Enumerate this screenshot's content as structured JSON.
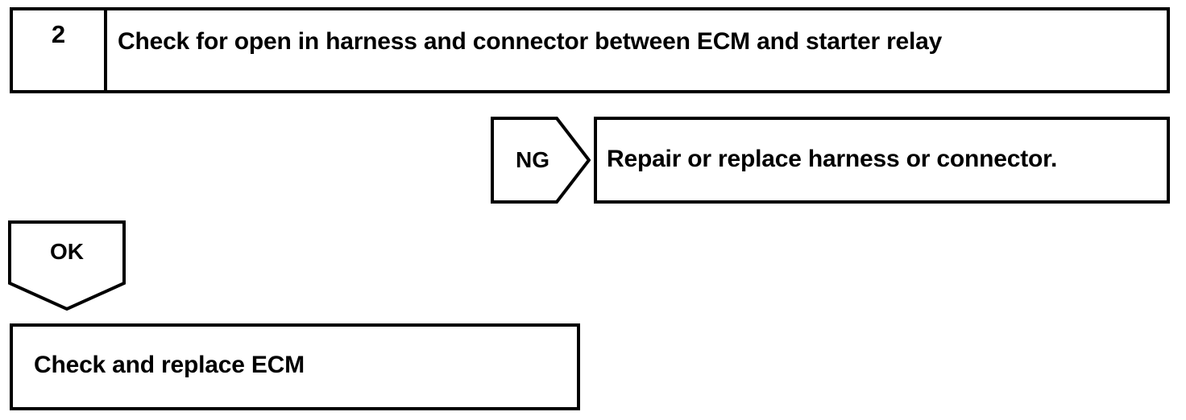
{
  "document": {
    "type": "diagnostic-troubleshooting-flowchart",
    "ink_color": "#000000",
    "background_color": "#ffffff"
  },
  "step": {
    "number": "2",
    "description": "Check for open in harness and connector between ECM and starter relay"
  },
  "branches": {
    "ng": {
      "tag_label": "NG",
      "tag_shape": "pentagon-right-arrow",
      "action": "Repair or replace harness or connector."
    },
    "ok": {
      "tag_label": "OK",
      "tag_shape": "pentagon-down-arrow",
      "action": "Check and replace ECM"
    }
  }
}
